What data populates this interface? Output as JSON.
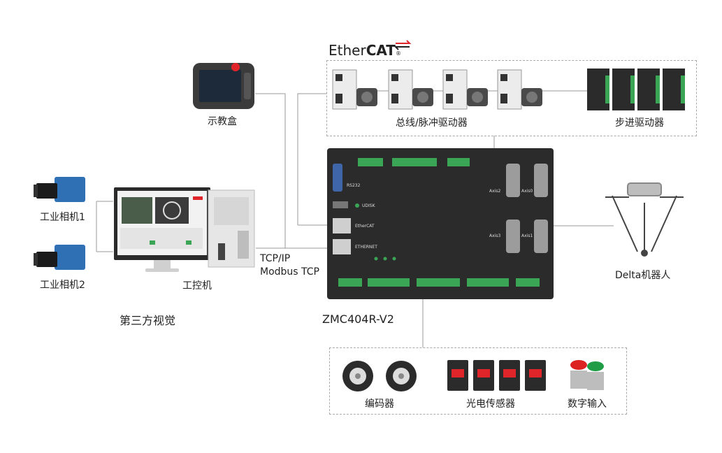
{
  "brand": {
    "ethercat_light": "Ether",
    "ethercat_bold": "CAT",
    "reg_mark": "®"
  },
  "labels": {
    "teach_pendant": "示教盒",
    "camera1": "工业相机1",
    "camera2": "工业相机2",
    "ipc": "工控机",
    "third_vision": "第三方视觉",
    "tcp_ip": "TCP/IP",
    "modbus_tcp": "Modbus TCP",
    "bus_pulse_drivers": "总线/脉冲驱动器",
    "stepper_drivers": "步进驱动器",
    "delta_robot": "Delta机器人",
    "controller_model": "ZMC404R-V2",
    "encoder": "编码器",
    "photo_sensor": "光电传感器",
    "digital_input": "数字输入"
  },
  "controller_ports": {
    "rs232": "RS232",
    "udisk": "UDISK",
    "ethercat": "EtherCAT",
    "ethernet": "ETHERNET",
    "axis2": "Axis2",
    "axis0": "Axis0",
    "axis3": "Axis3",
    "axis1": "Axis1"
  },
  "colors": {
    "line": "#9a9a9a",
    "dash": "#aaaaaa",
    "controller": "#2b2b2b",
    "terminal": "#3aa655",
    "camera": "#2f6fb3",
    "ethercat_red": "#e0252a"
  }
}
